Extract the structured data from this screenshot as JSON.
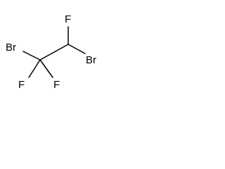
{
  "structure": {
    "atoms": {
      "f_top": "F",
      "br_left": "Br",
      "br_right": "Br",
      "f_bottom_left": "F",
      "f_bottom_right": "F"
    }
  }
}
